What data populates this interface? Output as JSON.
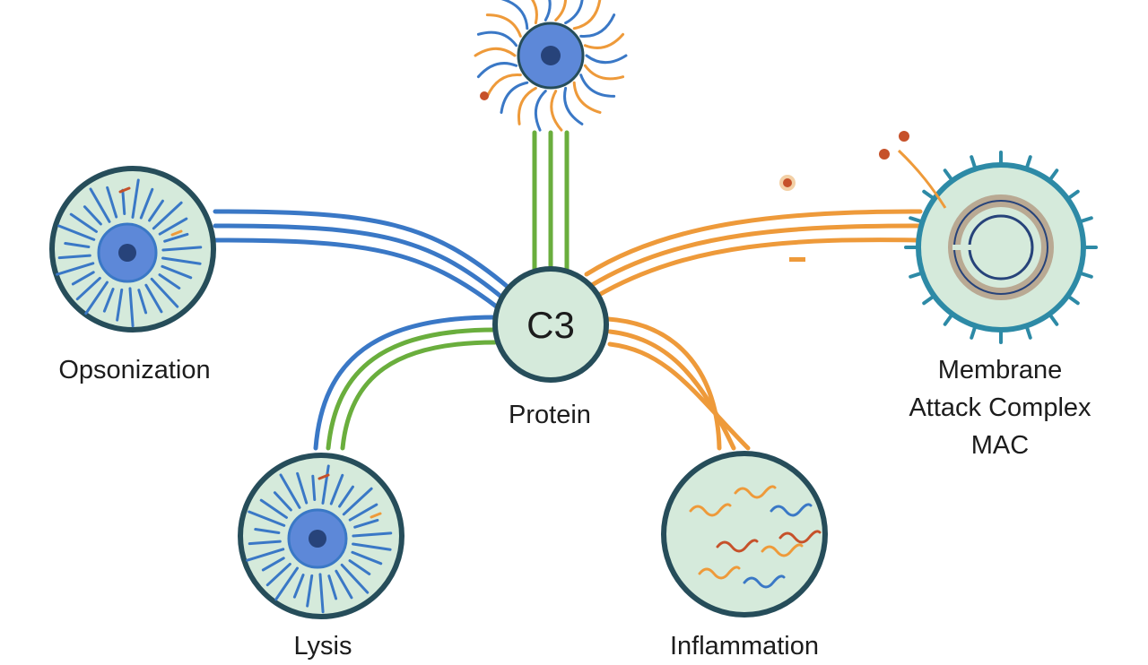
{
  "center": {
    "symbol": "C3",
    "label": "Protein"
  },
  "nodes": {
    "opsonization": {
      "label": "Opsonization"
    },
    "mac": {
      "lines": [
        "Membrane",
        "Attack Complex",
        "MAC"
      ]
    },
    "bottom_left": {
      "label": "Lysis"
    },
    "bottom_right": {
      "label": "Inflammation"
    }
  },
  "colors": {
    "blue": "#3a78c6",
    "green": "#6aae3d",
    "orange": "#ee9a3a",
    "cell_fill": "#d5eadb",
    "cell_ring": "#264d5a",
    "nucleus": "#5d88d8",
    "nucleus_core": "#27437a",
    "mac_ring": "#b9a993",
    "spike": "#2d8aa6"
  },
  "icons": [
    "leukocyte-icon",
    "cell-icon",
    "mac-pore-icon",
    "particle-icon"
  ]
}
